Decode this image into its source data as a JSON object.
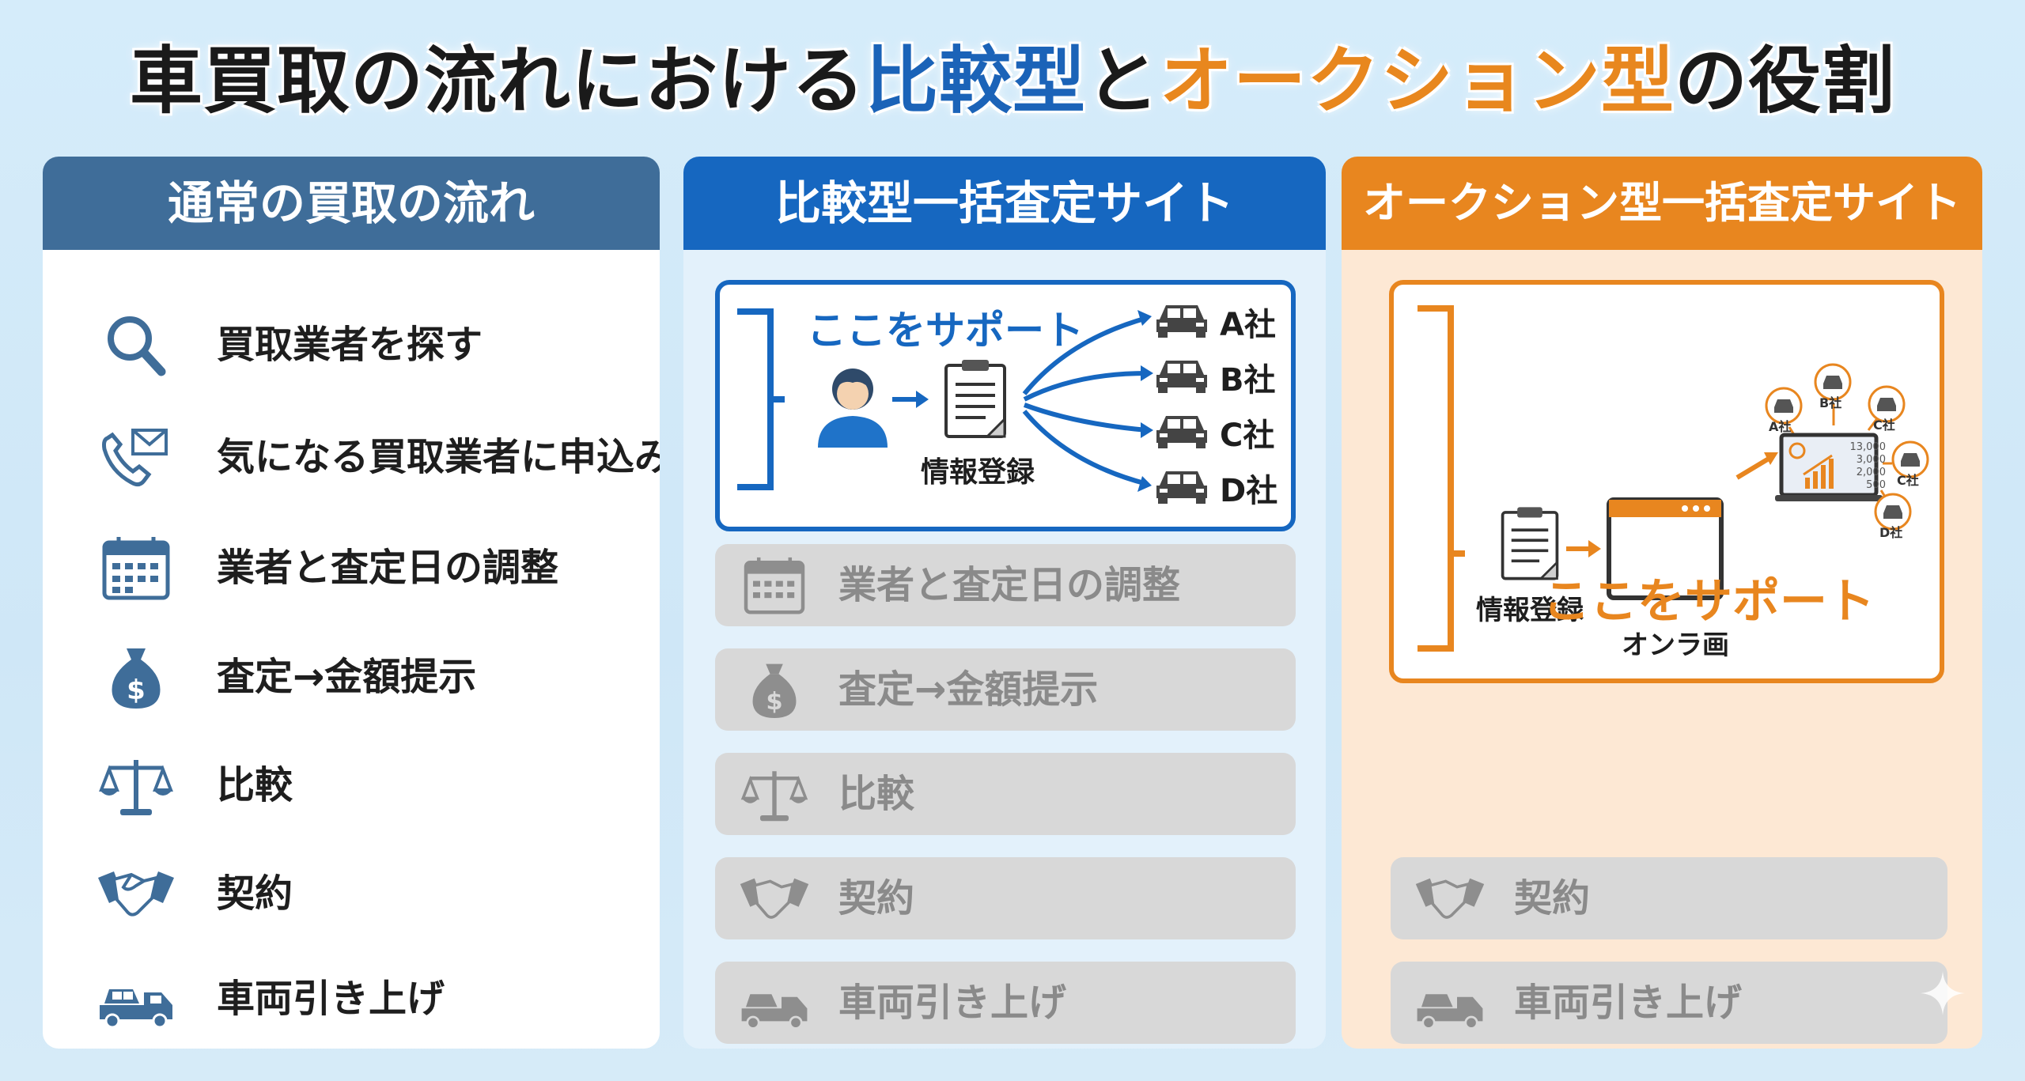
{
  "title": {
    "part1": "車買取の流れにおける",
    "part2": "比較型",
    "part3": "と",
    "part4": "オークション型",
    "part5": "の役割"
  },
  "columns": {
    "normal": {
      "header": "通常の買取の流れ",
      "steps": [
        {
          "icon": "search-icon",
          "label": "買取業者を探す"
        },
        {
          "icon": "phone-mail-icon",
          "label": "気になる買取業者に申込み"
        },
        {
          "icon": "calendar-icon",
          "label": "業者と査定日の調整"
        },
        {
          "icon": "money-bag-icon",
          "label": "査定→金額提示"
        },
        {
          "icon": "scale-icon",
          "label": "比較"
        },
        {
          "icon": "handshake-icon",
          "label": "契約"
        },
        {
          "icon": "tow-truck-icon",
          "label": "車両引き上げ"
        }
      ]
    },
    "comparison": {
      "header": "比較型一括査定サイト",
      "support_text": "ここをサポート",
      "register_label": "情報登録",
      "companies": [
        "A社",
        "B社",
        "C社",
        "D社"
      ],
      "steps": [
        {
          "icon": "calendar-icon",
          "label": "業者と査定日の調整"
        },
        {
          "icon": "money-bag-icon",
          "label": "査定→金額提示"
        },
        {
          "icon": "scale-icon",
          "label": "比較"
        },
        {
          "icon": "handshake-icon",
          "label": "契約"
        },
        {
          "icon": "tow-truck-icon",
          "label": "車両引き上げ"
        }
      ]
    },
    "auction": {
      "header": "オークション型一括査定サイト",
      "support_text": "ここをサポート",
      "register_label": "情報登録",
      "online_label": "オンラ画",
      "companies": [
        "A社",
        "B社",
        "C社",
        "C社",
        "D社"
      ],
      "bids": [
        "13,000",
        "3,000",
        "2,000",
        "500"
      ],
      "steps": [
        {
          "icon": "handshake-icon",
          "label": "契約"
        },
        {
          "icon": "tow-truck-icon",
          "label": "車両引き上げ"
        }
      ]
    }
  },
  "colors": {
    "blue": "#1667c0",
    "orange": "#e8861f",
    "slate": "#3f6d99"
  }
}
